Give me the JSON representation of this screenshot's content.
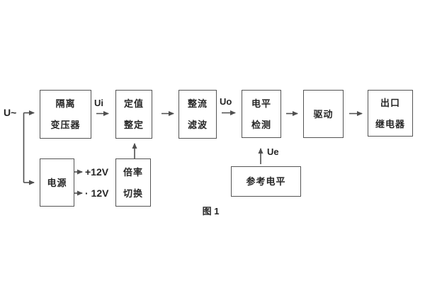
{
  "figure": {
    "caption": "图 1",
    "colors": {
      "line": "#4f4f4f",
      "text": "#262626",
      "background": "#ffffff"
    }
  },
  "labels": {
    "input_voltage": "U~",
    "ui": "Ui",
    "uo": "Uo",
    "ue": "Ue",
    "plus_12v": "+12V",
    "minus_12v": "· 12V"
  },
  "blocks": {
    "isolation_transformer": {
      "line1": "隔离",
      "line2": "变压器"
    },
    "setpoint_setting": {
      "line1": "定值",
      "line2": "整定"
    },
    "rectifier_filter": {
      "line1": "整流",
      "line2": "滤波"
    },
    "level_detection": {
      "line1": "电平",
      "line2": "检测"
    },
    "driver": {
      "label": "驱动"
    },
    "output_relay": {
      "line1": "出口",
      "line2": "继电器"
    },
    "power_supply": {
      "label": "电源"
    },
    "ratio_switching": {
      "line1": "倍率",
      "line2": "切换"
    },
    "reference_level": {
      "label": "参考电平"
    }
  }
}
